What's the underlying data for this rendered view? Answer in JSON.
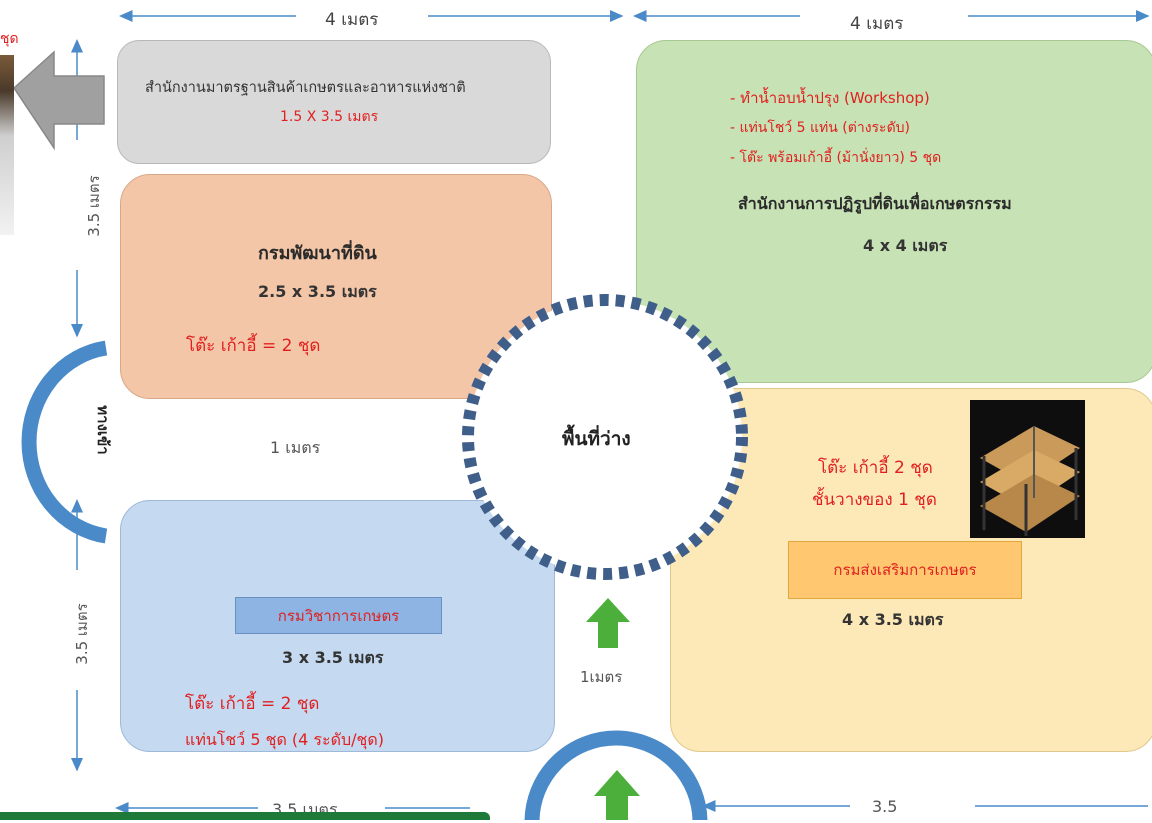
{
  "dimensions": {
    "top_left": "4 เมตร",
    "top_right": "4 เมตร",
    "left_upper": "3.5 เมตร",
    "left_lower": "3.5 เมตร",
    "center_gap": "1 เมตร",
    "walkway": "1เมตร",
    "bottom_left": "3.5 เมตร",
    "bottom_right": "3.5"
  },
  "edge_text": "ชุด",
  "entrance_label": "ทางเข้า",
  "zones": {
    "acfs": {
      "title": "สำนักงานมาตรฐานสินค้าเกษตรและอาหารแห่งชาติ",
      "size": "1.5 X 3.5 เมตร",
      "color": "#d9d9d9"
    },
    "ldd": {
      "title": "กรมพัฒนาที่ดิน",
      "size": "2.5 x 3.5 เมตร",
      "furniture": "โต๊ะ เก้าอี้ = 2 ชุด",
      "color": "#f4c6a8"
    },
    "alro": {
      "items": [
        "- ทำน้ำอบน้ำปรุง (Workshop)",
        "- แท่นโชว์ 5 แท่น (ต่างระดับ)",
        "- โต๊ะ พร้อมเก้าอี้ (ม้านั่งยาว) 5 ชุด"
      ],
      "title": "สำนักงานการปฏิรูปที่ดินเพื่อเกษตรกรรม",
      "size": "4 x 4 เมตร",
      "color": "#c7e2b4"
    },
    "center": {
      "label": "พื้นที่ว่าง"
    },
    "doae": {
      "furniture": "โต๊ะ เก้าอี้ 2 ชุด",
      "shelf": "ชั้นวางของ 1 ชุด",
      "title": "กรมส่งเสริมการเกษตร",
      "size": "4 x 3.5 เมตร",
      "color": "#fde9b8"
    },
    "doa": {
      "title": "กรมวิชาการเกษตร",
      "size": "3 x 3.5 เมตร",
      "furniture": "โต๊ะ เก้าอี้ = 2 ชุด",
      "display": "แท่นโชว์ 5 ชุด (4 ระดับ/ชุด)",
      "color": "#c5d9f0"
    }
  },
  "colors": {
    "accent_red": "#e02020",
    "arc_blue": "#4a8ac9",
    "arrow_green": "#4caf3c",
    "dotted_ring": "#3f5f8a",
    "tag_blue": "#8eb4e3",
    "tag_orange": "#ffc870"
  }
}
